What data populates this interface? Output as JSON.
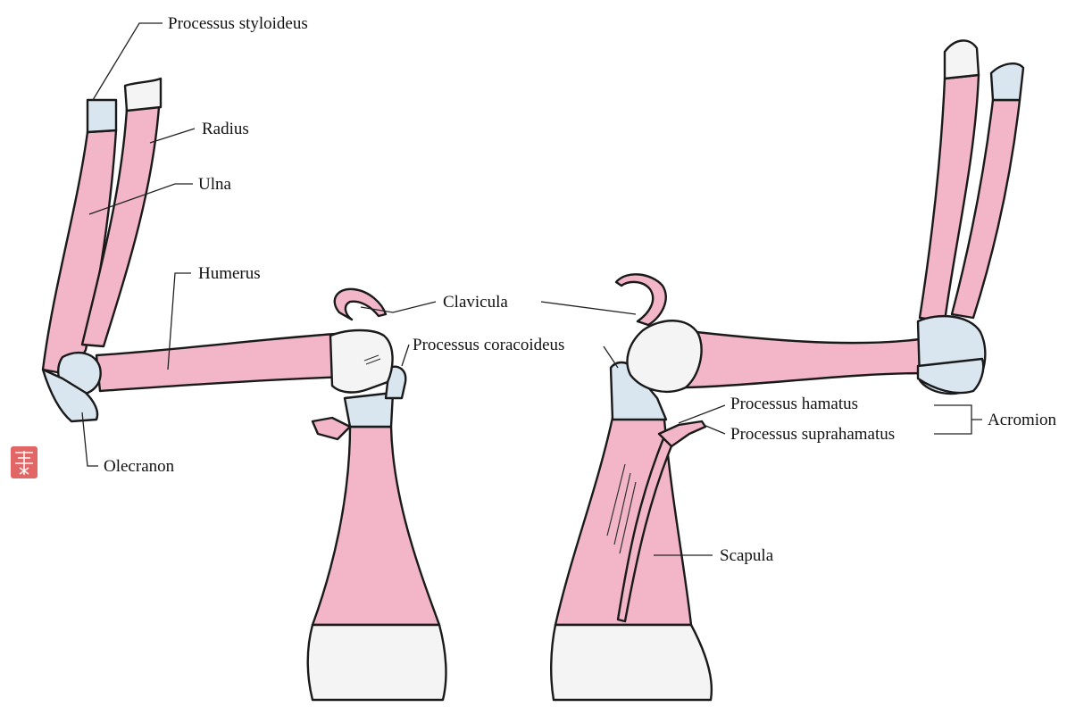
{
  "colors": {
    "bone_shaft": "#f2b6c8",
    "cartilage": "#d9e6f0",
    "bone_end": "#f4f4f4",
    "outline": "#1a1a1a",
    "seal": "#e05555"
  },
  "labels": {
    "processus_styloideus": "Processus styloideus",
    "radius": "Radius",
    "ulna": "Ulna",
    "humerus": "Humerus",
    "clavicula": "Clavicula",
    "processus_coracoideus": "Processus coracoideus",
    "processus_hamatus": "Processus hamatus",
    "processus_suprahamatus": "Processus suprahamatus",
    "acromion": "Acromion",
    "scapula": "Scapula",
    "olecranon": "Olecranon"
  },
  "seal": {
    "icon": "seal-stamp-icon"
  }
}
